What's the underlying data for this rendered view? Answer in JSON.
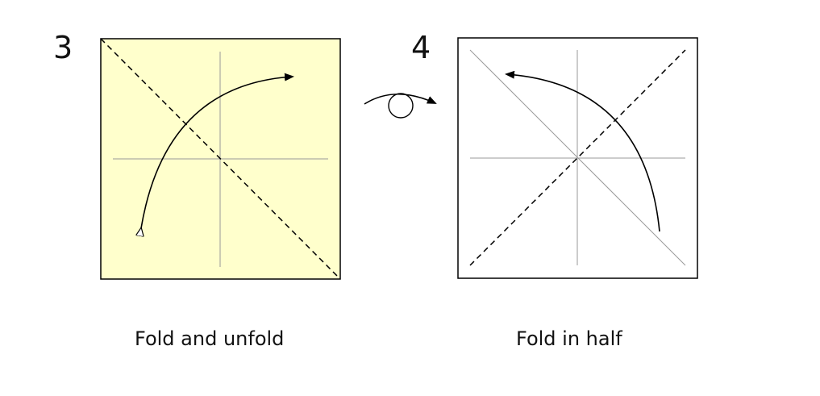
{
  "steps": [
    {
      "number": "3",
      "caption": "Fold and unfold",
      "paper_color": "#ffffcc"
    },
    {
      "number": "4",
      "caption": "Fold in half",
      "paper_color": "#ffffff"
    }
  ],
  "icons": {
    "turn_over": "turn-over-icon"
  }
}
